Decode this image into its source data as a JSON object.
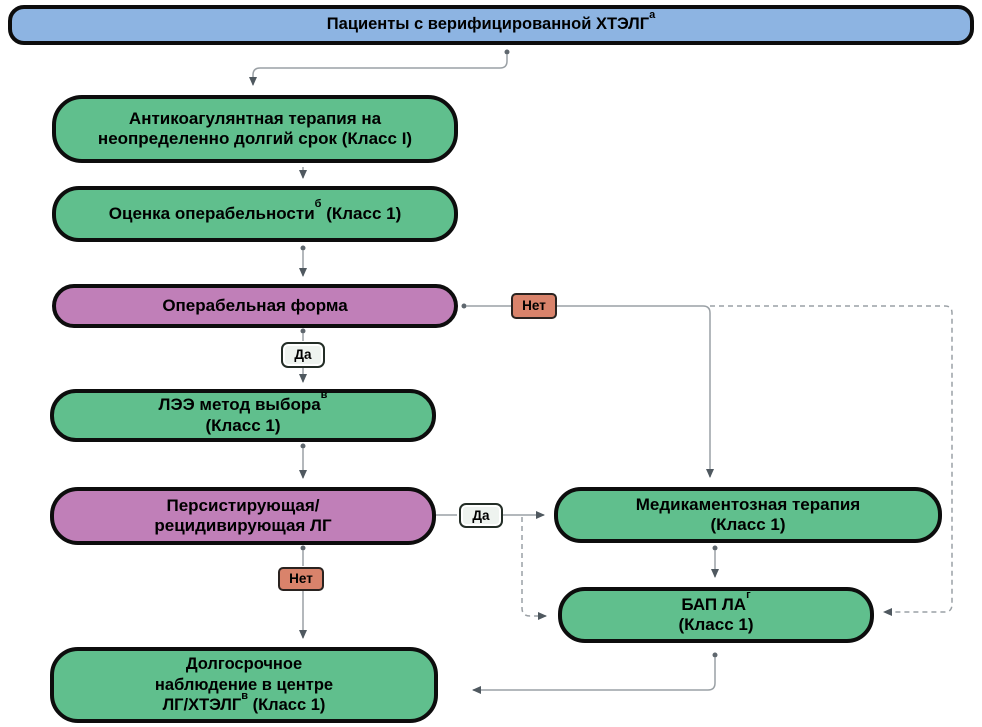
{
  "colors": {
    "background": "#ffffff",
    "text": "#000000",
    "node_border": "#0d0d0d",
    "node_blue": "#8db4e2",
    "node_green": "#60bf8d",
    "node_purple": "#c07fb8",
    "badge_no": "#d9836b",
    "badge_no_border": "#2a2320",
    "badge_yes": "#eef3ef",
    "badge_yes_border": "#232d26",
    "line": "#9aa0a5",
    "arrow": "#4f585f",
    "dot": "#5f676e"
  },
  "nodes": {
    "patients": {
      "text": "Пациенты с верифицированной ХТЭЛГ",
      "sup": "а"
    },
    "anticoagulation": {
      "line1": "Антикоагулянтная терапия на",
      "line2": "неопределенно долгий срок (Класс I)"
    },
    "operability_assessment": {
      "pre": "Оценка операбельности",
      "sup": "б",
      "post": " (Класс 1)"
    },
    "operable_form": {
      "text": "Операбельная форма"
    },
    "pea": {
      "pre": "ЛЭЭ метод выбора",
      "sup": "в",
      "line2": "(Класс 1)"
    },
    "persistent_ph": {
      "line1": "Персистирующая/",
      "line2": "рецидивирующая ЛГ"
    },
    "followup": {
      "line1": "Долгосрочное",
      "line2": "наблюдение в центре",
      "line3_pre": "ЛГ/ХТЭЛГ",
      "line3_sup": "в",
      "line3_post": " (Класс 1)"
    },
    "medical_therapy": {
      "line1": "Медикаментозная терапия",
      "line2": "(Класс 1)"
    },
    "bpa": {
      "pre": "БАП ЛА",
      "sup": "г",
      "line2": "(Класс 1)"
    }
  },
  "labels": {
    "yes_operable": "Да",
    "no_operable": "Нет",
    "yes_persistent": "Да",
    "no_persistent": "Нет"
  },
  "edges": [
    {
      "from": "patients",
      "to": "anticoagulation",
      "style": "solid"
    },
    {
      "from": "anticoagulation",
      "to": "operability_assessment",
      "style": "solid"
    },
    {
      "from": "operability_assessment",
      "to": "operable_form",
      "style": "solid"
    },
    {
      "from": "operable_form",
      "to": "pea",
      "label": "Да",
      "style": "solid"
    },
    {
      "from": "operable_form",
      "to": "medical_therapy",
      "label": "Нет",
      "style": "solid"
    },
    {
      "from": "operable_form",
      "to": "bpa",
      "label": "Нет",
      "style": "dashed"
    },
    {
      "from": "pea",
      "to": "persistent_ph",
      "style": "solid"
    },
    {
      "from": "persistent_ph",
      "to": "medical_therapy",
      "label": "Да",
      "style": "solid"
    },
    {
      "from": "persistent_ph",
      "to": "bpa",
      "label": "Да",
      "style": "dashed"
    },
    {
      "from": "persistent_ph",
      "to": "followup",
      "label": "Нет",
      "style": "solid"
    },
    {
      "from": "medical_therapy",
      "to": "bpa",
      "style": "solid"
    },
    {
      "from": "bpa",
      "to": "followup",
      "style": "solid"
    }
  ]
}
